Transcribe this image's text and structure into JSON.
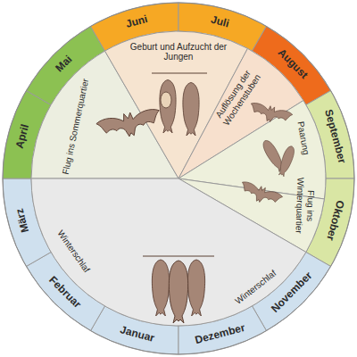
{
  "diagram": {
    "nodes": [
      {
        "text": [
          "Januar"
        ]
      },
      {
        "text": [
          "Februar"
        ]
      },
      {
        "text": [
          "März"
        ]
      },
      {
        "text": [
          "April"
        ]
      },
      {
        "text": [
          "Mai"
        ]
      },
      {
        "text": [
          "Juni"
        ]
      },
      {
        "text": [
          "Juli"
        ]
      },
      {
        "text": [
          "August"
        ]
      },
      {
        "text": [
          "September"
        ]
      },
      {
        "text": [
          "Oktober"
        ]
      },
      {
        "text": [
          "November"
        ]
      },
      {
        "text": [
          "Dezember"
        ]
      },
      {
        "text": [
          "Flug ins Sommerquartier"
        ]
      },
      {
        "text": [
          "Geburt und Aufzucht der Jungen"
        ]
      },
      {
        "text": [
          "Auflösung der Wochenstuben"
        ]
      },
      {
        "text": [
          "Paarung"
        ]
      },
      {
        "text": [
          "Flug ins Winterquartier"
        ]
      },
      {
        "text": [
          "Winterschlaf",
          "Winterschlaf"
        ]
      }
    ]
  }
}
